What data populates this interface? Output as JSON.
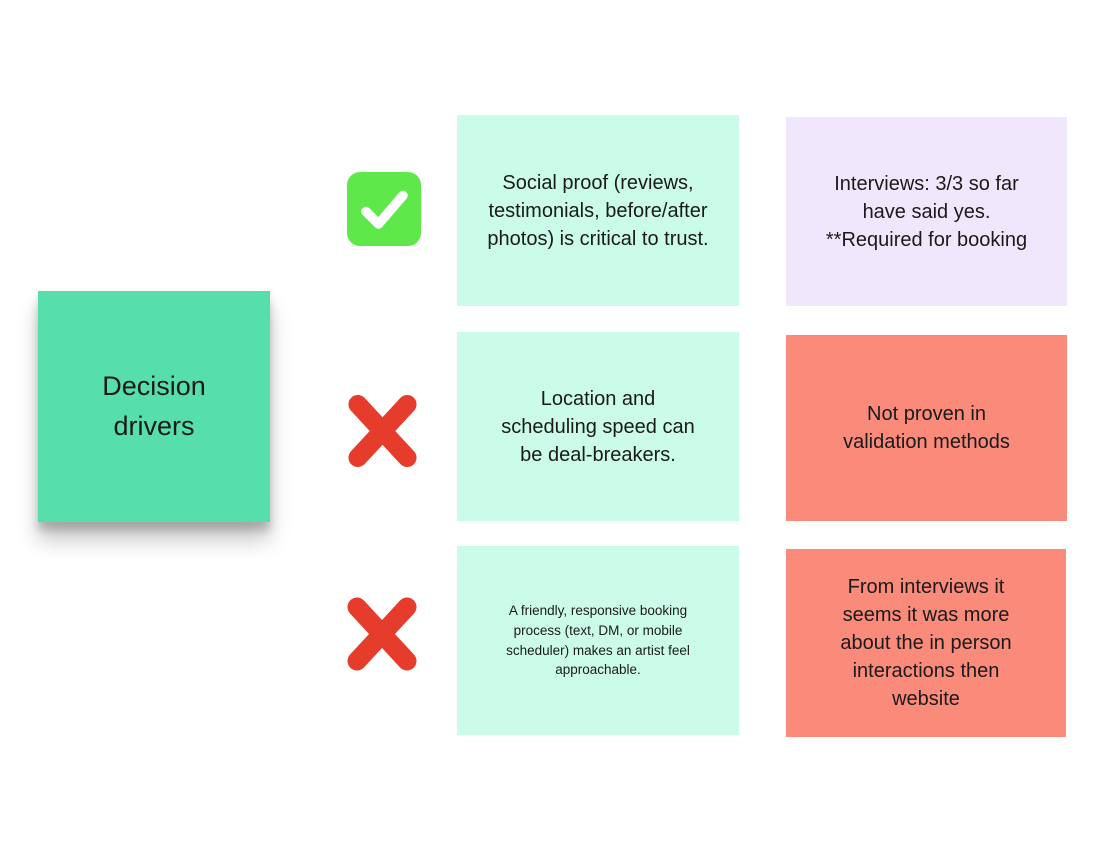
{
  "board": {
    "background": "#ffffff"
  },
  "colors": {
    "title_note": "#57dfab",
    "driver_note": "#cafce9",
    "validated_note": "#f1e7fd",
    "not_validated_note": "#fa8a79",
    "check_icon": "#5ee849",
    "check_mark": "#ffffff",
    "cross_icon": "#e53c2b",
    "note_text": "#1a1a1a"
  },
  "title_note": {
    "text": "Decision drivers"
  },
  "rows": [
    {
      "status_icon": "check",
      "driver": "Social proof (reviews, testimonials, before/after photos) is critical to trust.",
      "evidence": "Interviews: 3/3 so far have said yes.\n**Required for booking"
    },
    {
      "status_icon": "cross",
      "driver": "Location and scheduling speed can be deal-breakers.",
      "evidence": "Not proven in validation methods"
    },
    {
      "status_icon": "cross",
      "driver": "A friendly, responsive booking process (text, DM, or mobile scheduler) makes an artist feel approachable.",
      "evidence": "From interviews it seems it was more about the in person interactions then website"
    }
  ]
}
